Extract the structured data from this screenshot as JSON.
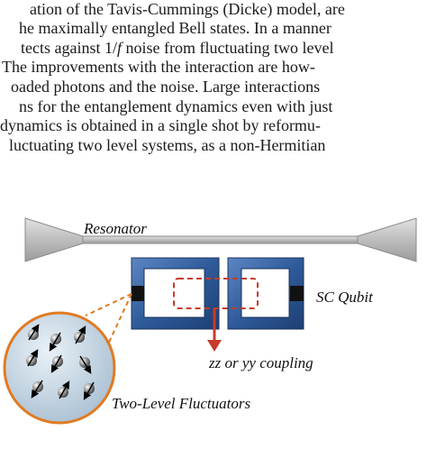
{
  "paper_text": {
    "lines": [
      "ation of the Tavis-Cummings (Dicke) model, are",
      "he maximally entangled Bell states.  In a manner",
      "tects against 1/f noise from fluctuating two level",
      "The improvements with the interaction are how-",
      "oaded photons and the noise.  Large interactions",
      "ns for the entanglement dynamics even with just",
      "dynamics is obtained in a single shot by reformu-",
      "luctuating two level systems, as a non-Hermitian"
    ]
  },
  "figure": {
    "resonator_label": "Resonator",
    "qubit_label": "SC Qubit",
    "coupling_label": "zz or yy coupling",
    "fluctuators_label": "Two-Level Fluctuators",
    "colors": {
      "resonator_gray": "#b8b8b8",
      "qubit_blue": "#2f5b9a",
      "coupling_red": "#c83a2b",
      "tls_orange": "#e07b22",
      "tls_sphere_bg": "#c9d9e6"
    }
  }
}
